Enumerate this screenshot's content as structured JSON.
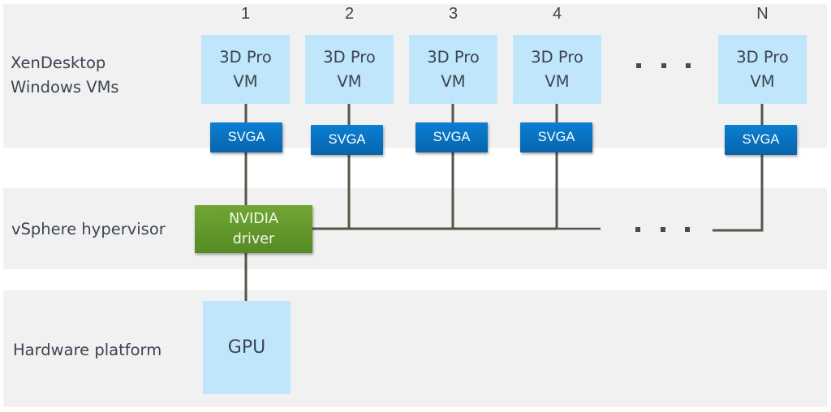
{
  "layers": {
    "vms": [
      "XenDesktop",
      "Windows VMs"
    ],
    "hypervisor": "vSphere hypervisor",
    "hardware": "Hardware platform"
  },
  "vms": [
    {
      "number": "1",
      "line1": "3D Pro",
      "line2": "VM",
      "adapter": "SVGA"
    },
    {
      "number": "2",
      "line1": "3D Pro",
      "line2": "VM",
      "adapter": "SVGA"
    },
    {
      "number": "3",
      "line1": "3D Pro",
      "line2": "VM",
      "adapter": "SVGA"
    },
    {
      "number": "4",
      "line1": "3D Pro",
      "line2": "VM",
      "adapter": "SVGA"
    },
    {
      "number": "N",
      "line1": "3D Pro",
      "line2": "VM",
      "adapter": "SVGA"
    }
  ],
  "driver": {
    "line1": "NVIDIA",
    "line2": "driver"
  },
  "gpu": {
    "label": "GPU"
  },
  "ellipsis": "...",
  "colors": {
    "vm_fill": "#bfe6fb",
    "svga_fill": "#0a7fd3",
    "driver_fill": "#68a02f",
    "band_fill": "#f1f1f1",
    "wire": "#555548"
  }
}
